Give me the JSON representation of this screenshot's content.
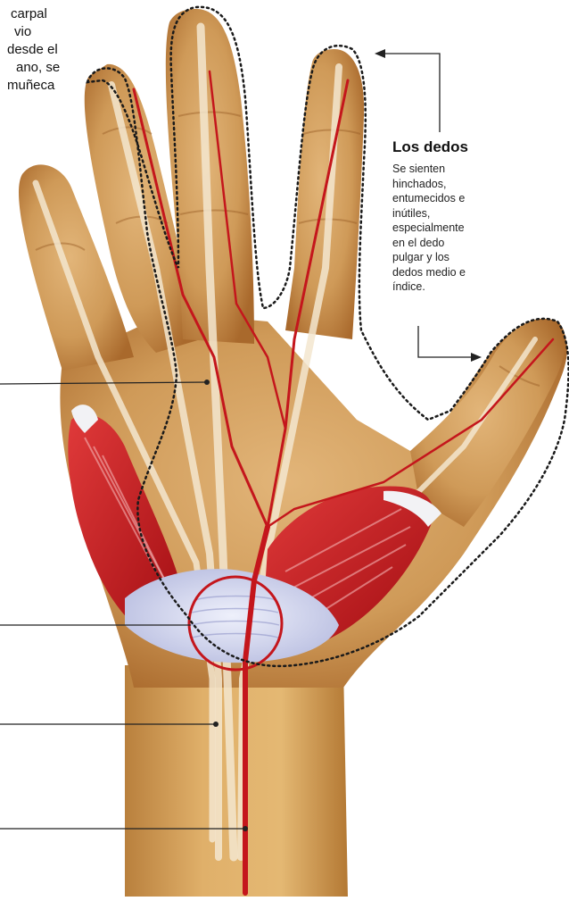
{
  "intro_text": {
    "lines": [
      "carpal",
      "vio",
      "desde el",
      "ano, se",
      "muñeca"
    ]
  },
  "callout_fingers": {
    "title": "Los dedos",
    "body_lines": [
      "Se sienten",
      "hinchados,",
      "entumecidos e",
      "inútiles,",
      "especialmente",
      "en el dedo",
      "pulgar y los",
      "dedos medio e",
      "índice."
    ]
  },
  "colors": {
    "skin": "#d4a05e",
    "skin_dark": "#a9692c",
    "muscle": "#c8141c",
    "tendon": "#f3e6cf",
    "ligament": "#c9cde6",
    "artery": "#c4161c",
    "outline": "#1a1a1a",
    "leader": "#222222"
  }
}
